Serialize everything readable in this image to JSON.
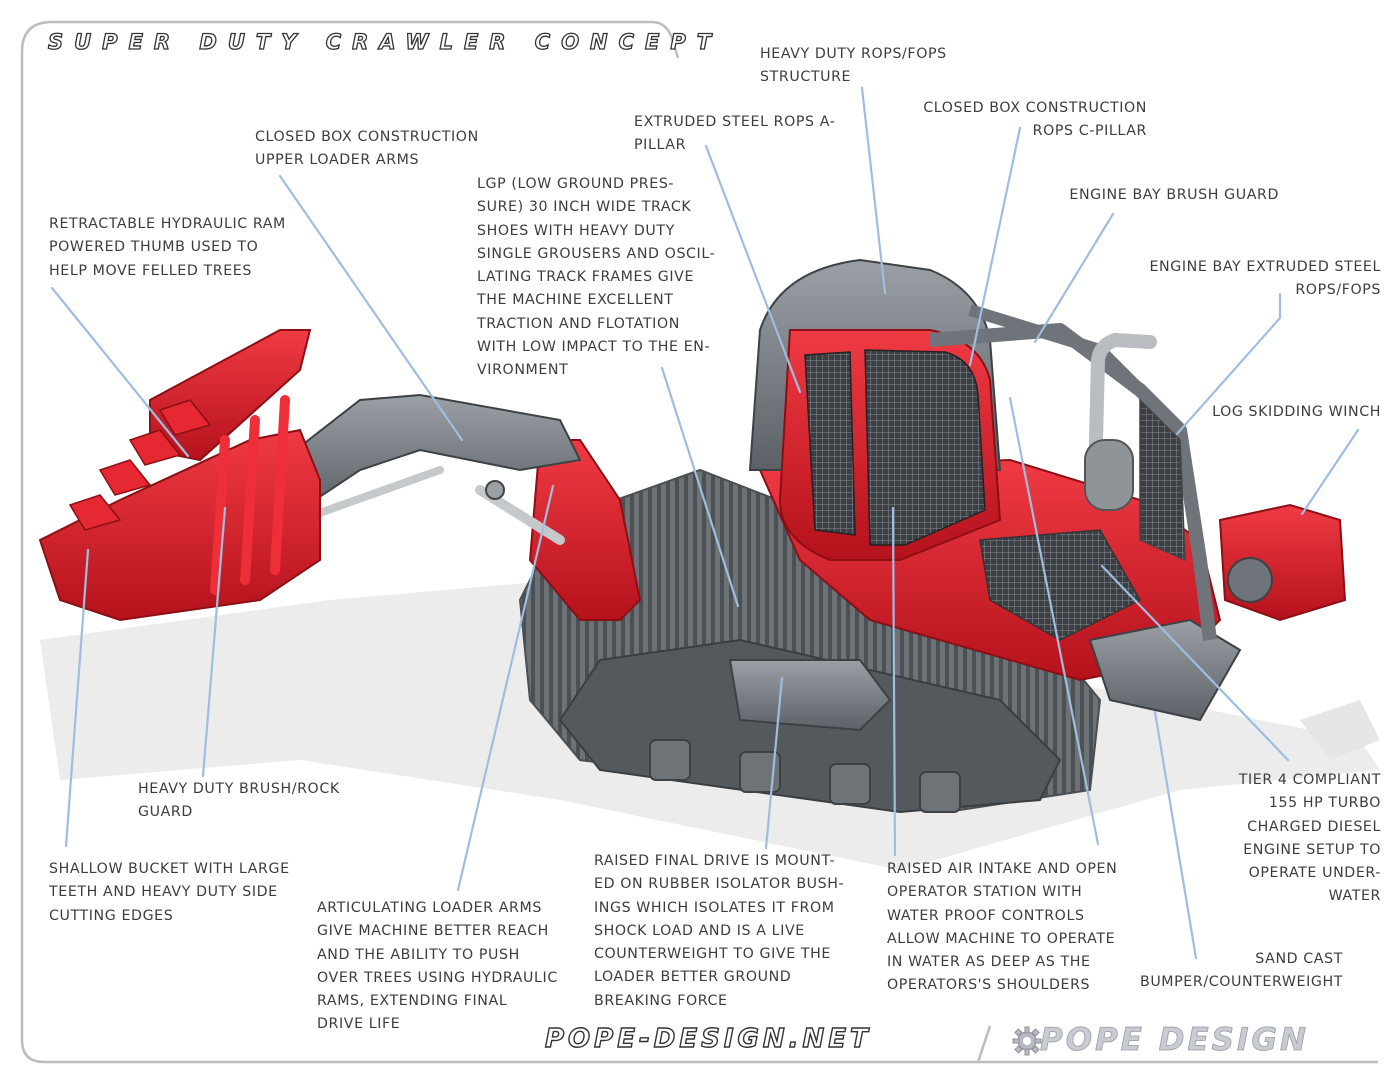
{
  "title": "SUPER DUTY CRAWLER CONCEPT",
  "callouts": [
    {
      "id": "rops-fops",
      "lines": [
        "HEAVY DUTY ROPS/FOPS",
        "STRUCTURE"
      ]
    },
    {
      "id": "box-c-pillar",
      "lines": [
        "CLOSED BOX CONSTRUCTION",
        "ROPS C-PILLAR"
      ]
    },
    {
      "id": "a-pillar",
      "lines": [
        "EXTRUDED STEEL ROPS A-",
        "PILLAR"
      ]
    },
    {
      "id": "upper-arms",
      "lines": [
        "CLOSED BOX CONSTRUCTION",
        "UPPER LOADER ARMS"
      ]
    },
    {
      "id": "lgp-tracks",
      "lines": [
        "LGP (LOW GROUND PRES-",
        "SURE) 30 INCH WIDE TRACK",
        "SHOES WITH HEAVY DUTY",
        "SINGLE GROUSERS AND OSCIL-",
        "LATING TRACK FRAMES GIVE",
        "THE MACHINE EXCELLENT",
        "TRACTION AND FLOTATION",
        "WITH LOW IMPACT TO THE EN-",
        "VIRONMENT"
      ]
    },
    {
      "id": "brush-guard",
      "lines": [
        "ENGINE BAY BRUSH GUARD"
      ]
    },
    {
      "id": "engine-rops",
      "lines": [
        "ENGINE BAY EXTRUDED STEEL",
        "ROPS/FOPS"
      ]
    },
    {
      "id": "thumb",
      "lines": [
        "RETRACTABLE HYDRAULIC RAM",
        "POWERED THUMB USED TO",
        "HELP MOVE FELLED TREES"
      ]
    },
    {
      "id": "winch",
      "lines": [
        "LOG SKIDDING WINCH"
      ]
    },
    {
      "id": "rock-guard",
      "lines": [
        "HEAVY DUTY BRUSH/ROCK",
        "GUARD"
      ]
    },
    {
      "id": "engine",
      "lines": [
        "TIER 4 COMPLIANT",
        "155 HP TURBO",
        "CHARGED DIESEL",
        "ENGINE SETUP TO",
        "OPERATE UNDER-",
        "WATER"
      ]
    },
    {
      "id": "bucket",
      "lines": [
        "SHALLOW BUCKET WITH LARGE",
        "TEETH AND HEAVY DUTY SIDE",
        "CUTTING EDGES"
      ]
    },
    {
      "id": "final-drive",
      "lines": [
        "RAISED FINAL DRIVE IS MOUNT-",
        "ED ON RUBBER ISOLATOR BUSH-",
        "INGS WHICH ISOLATES IT FROM",
        "SHOCK LOAD AND IS A LIVE",
        "COUNTERWEIGHT TO GIVE THE",
        "LOADER BETTER GROUND",
        "BREAKING FORCE"
      ]
    },
    {
      "id": "air-intake",
      "lines": [
        "RAISED AIR INTAKE AND OPEN",
        "OPERATOR STATION WITH",
        "WATER PROOF CONTROLS",
        "ALLOW MACHINE TO OPERATE",
        "IN WATER AS DEEP AS THE",
        "OPERATORS'S SHOULDERS"
      ]
    },
    {
      "id": "loader-arms",
      "lines": [
        "ARTICULATING LOADER ARMS",
        "GIVE MACHINE BETTER REACH",
        "AND THE ABILITY TO PUSH",
        "OVER TREES USING HYDRAULIC",
        "RAMS, EXTENDING FINAL",
        "DRIVE LIFE"
      ]
    },
    {
      "id": "bumper",
      "lines": [
        "SAND CAST",
        "BUMPER/COUNTERWEIGHT"
      ]
    }
  ],
  "footer": {
    "url": "POPE-DESIGN.NET",
    "logo": "POPE DESIGN"
  },
  "colors": {
    "machine_red": "#d81e2a",
    "frame_gray": "#6e7479",
    "track_gray": "#5f6569",
    "leader_blue": "#9fbde0",
    "text": "#3d3d3d"
  },
  "icons": {
    "logo_mark": "gear-icon"
  }
}
